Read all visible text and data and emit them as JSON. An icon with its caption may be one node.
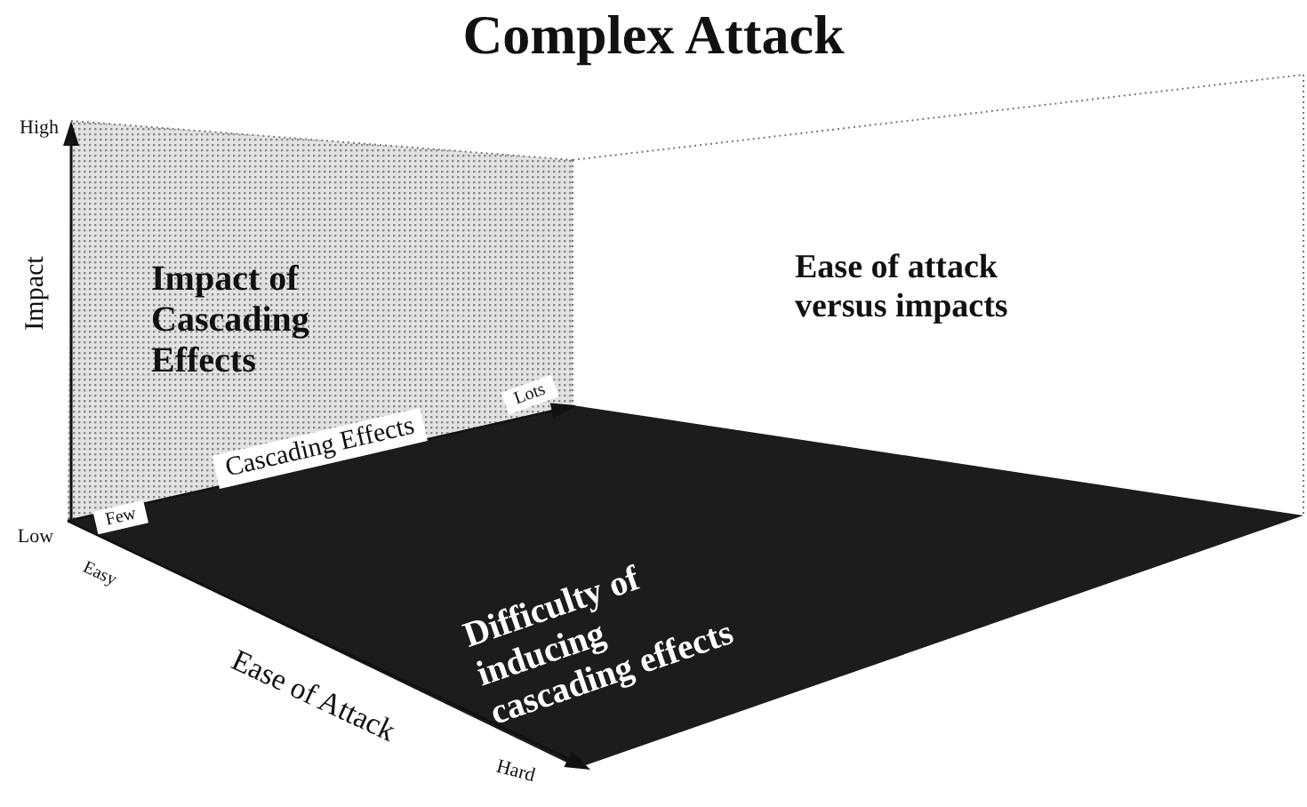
{
  "diagram": {
    "title": "Complex Attack",
    "nodes": [
      {
        "text": [
          "Impact of Cascading Effects"
        ]
      },
      {
        "text": [
          "Ease of attack versus impacts"
        ]
      },
      {
        "text": [
          "Difficulty of inducing cascading effects"
        ]
      }
    ],
    "labels": [
      "High",
      "Impact",
      "Low",
      "Few",
      "Cascading Effects",
      "Lots",
      "Easy",
      "Ease of Attack",
      "Hard"
    ]
  }
}
